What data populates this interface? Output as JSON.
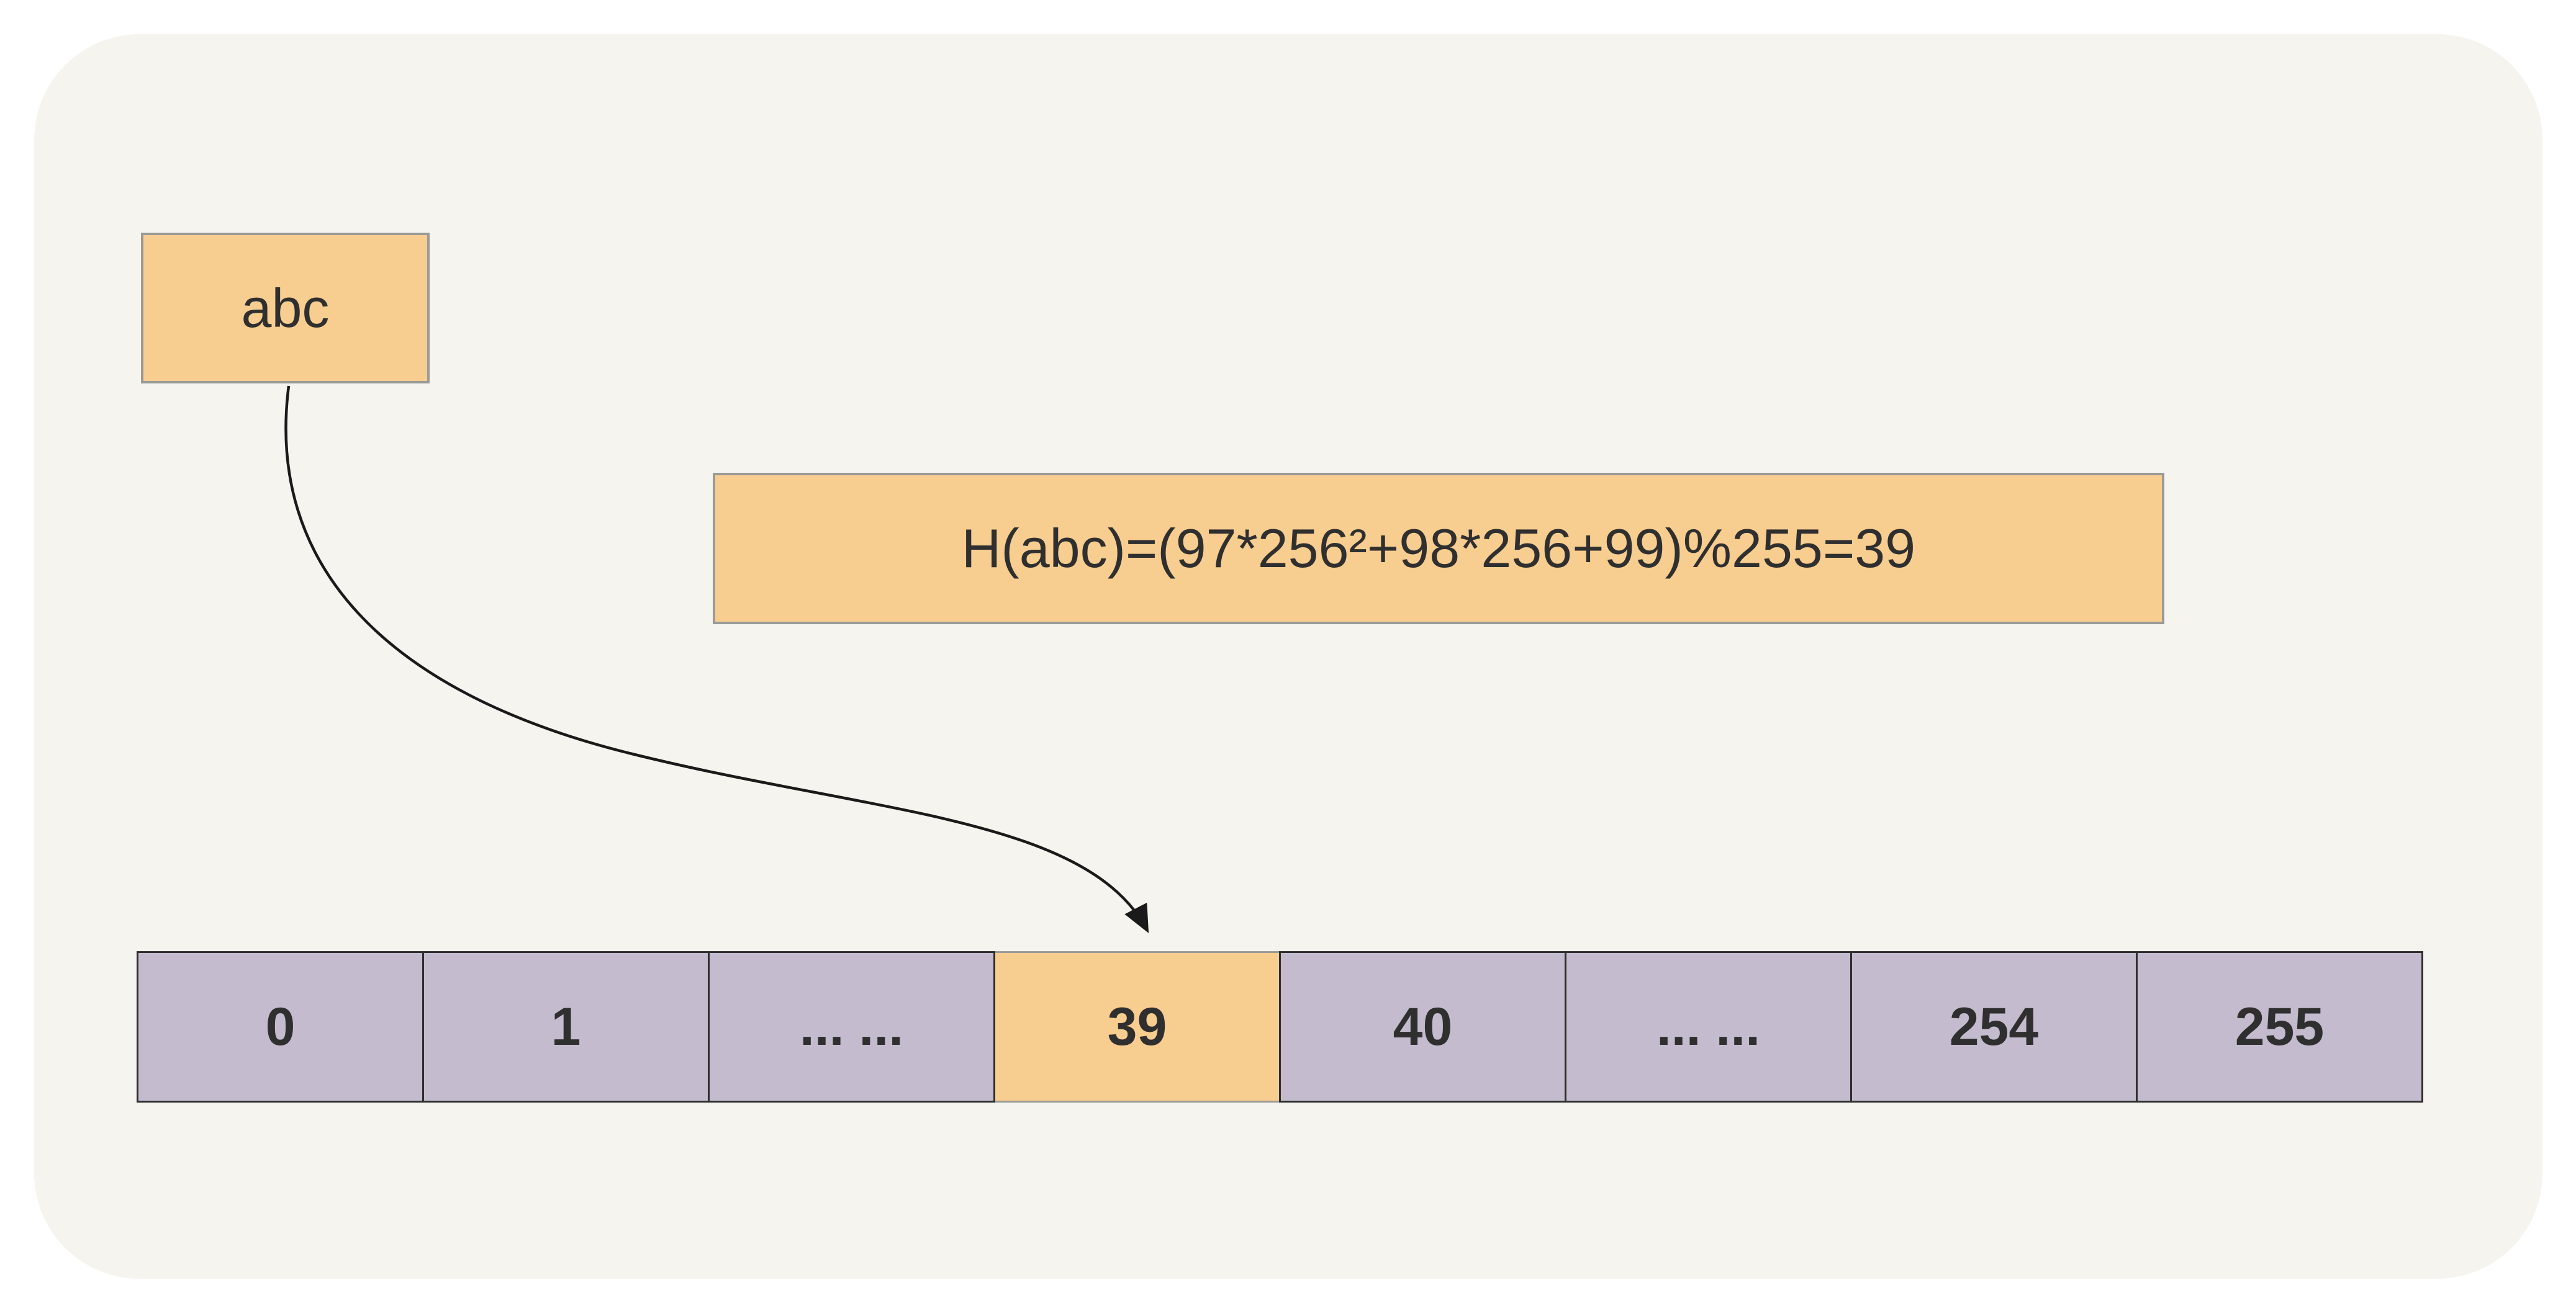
{
  "diagram": {
    "input_box": {
      "label": "abc"
    },
    "formula_box": {
      "label": "H(abc)=(97*256²+98*256+99)%255=39"
    },
    "hash_table": {
      "cells": [
        {
          "label": "0"
        },
        {
          "label": "1"
        },
        {
          "label": "... ..."
        },
        {
          "label": "39"
        },
        {
          "label": "40"
        },
        {
          "label": "... ..."
        },
        {
          "label": "254"
        },
        {
          "label": "255"
        }
      ],
      "highlighted_cell_label": "39"
    },
    "colors": {
      "canvas_bg": "#F5F4EE",
      "highlight_fill": "#F8CD90",
      "highlight_border": "#9A9A98",
      "cell_fill": "#C4BCCE",
      "cell_border": "#2E2E2E",
      "text_color": "#2F2F2F",
      "arrow": "#1A1A1A"
    }
  }
}
